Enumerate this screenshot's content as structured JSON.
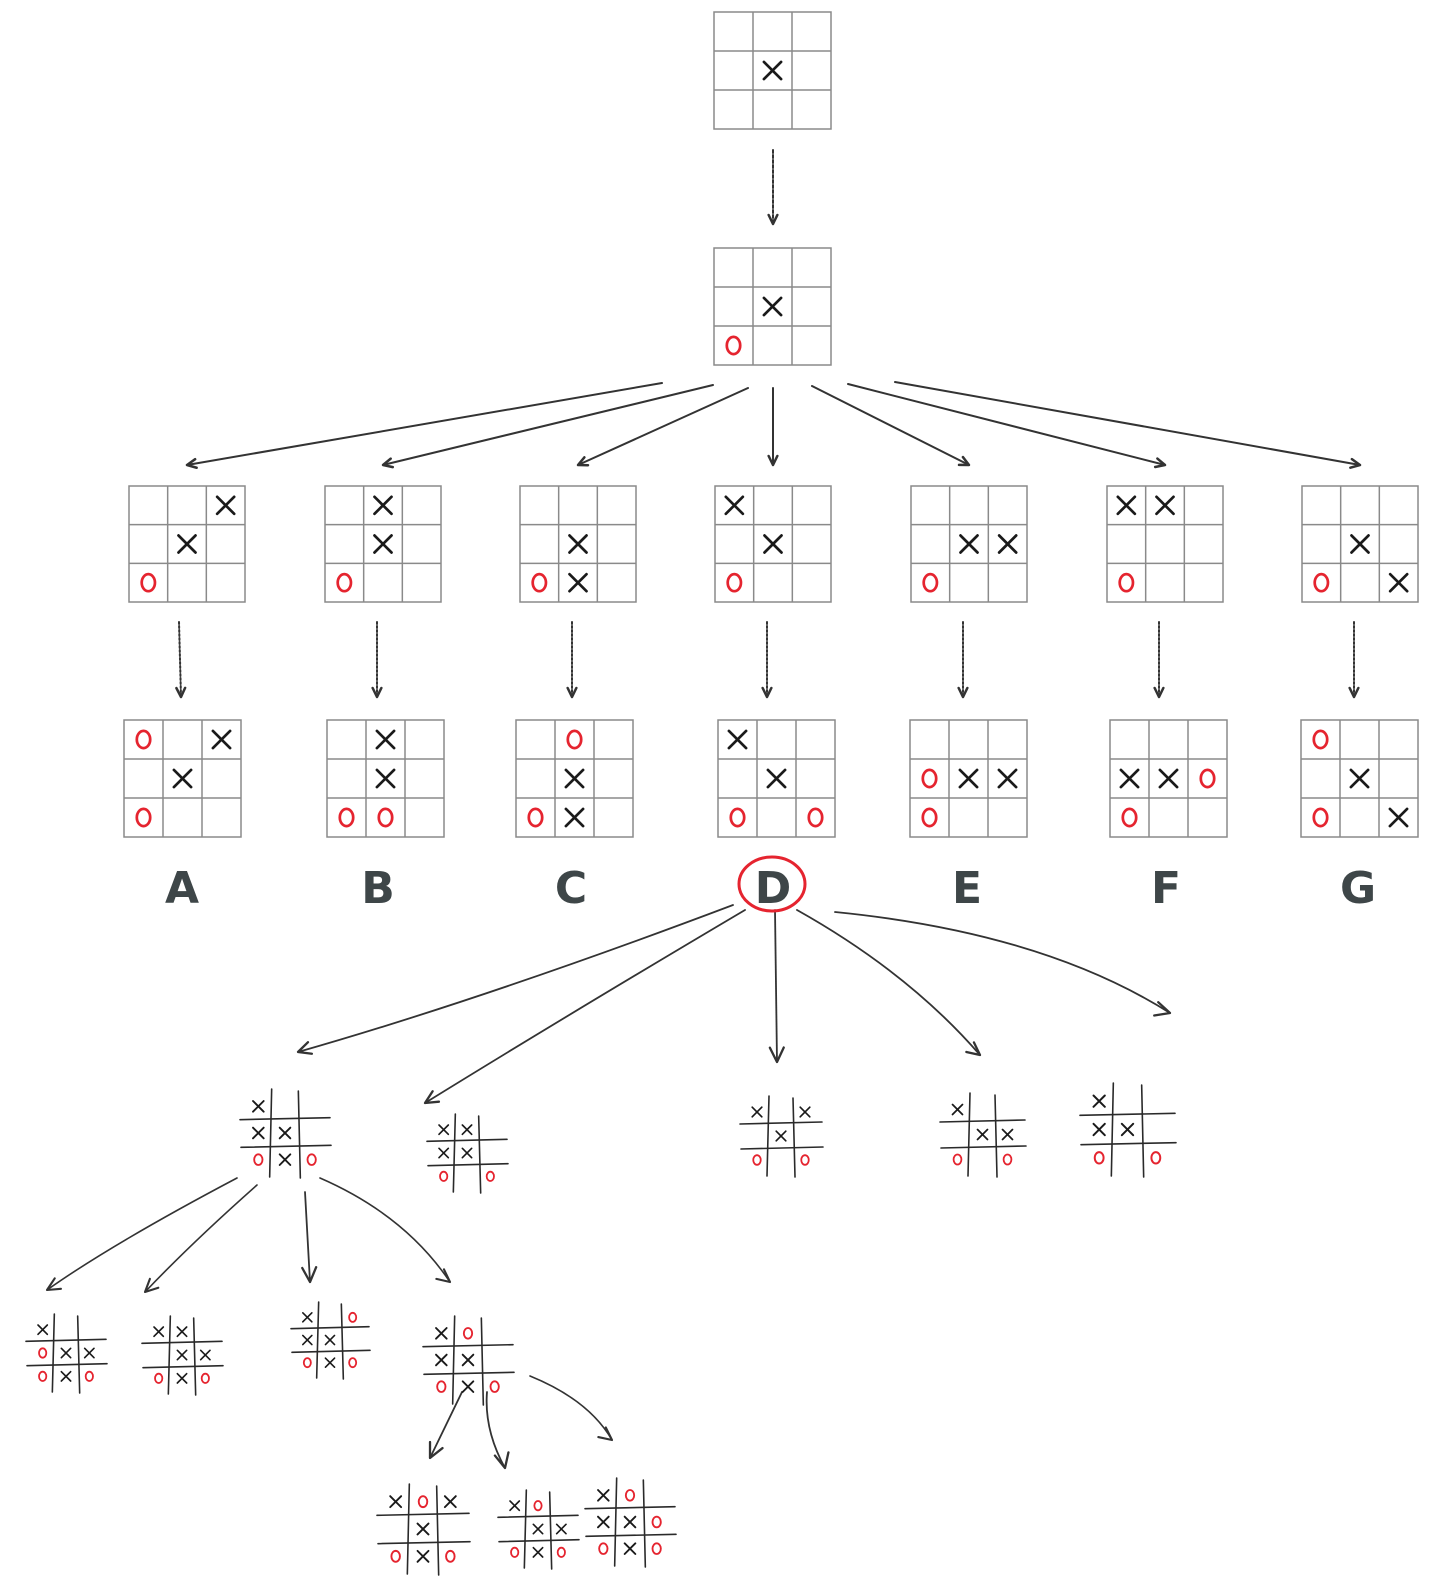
{
  "colors": {
    "grid": "#8a8a8a",
    "x_mark": "#1a1a1a",
    "o_mark": "#e5242f",
    "label": "#3e4648",
    "arrow": "#333333"
  },
  "root": {
    "board": [
      [
        "",
        "",
        ""
      ],
      [
        "",
        "X",
        ""
      ],
      [
        "",
        "",
        ""
      ]
    ]
  },
  "level1": {
    "board": [
      [
        "",
        "",
        ""
      ],
      [
        "",
        "X",
        ""
      ],
      [
        "O",
        "",
        ""
      ]
    ]
  },
  "branches": [
    {
      "label": "A",
      "after_x": [
        [
          "",
          "",
          "X"
        ],
        [
          "",
          "X",
          ""
        ],
        [
          "O",
          "",
          ""
        ]
      ],
      "after_o": [
        [
          "O",
          "",
          "X"
        ],
        [
          "",
          "X",
          ""
        ],
        [
          "O",
          "",
          ""
        ]
      ]
    },
    {
      "label": "B",
      "after_x": [
        [
          "",
          "X",
          ""
        ],
        [
          "",
          "X",
          ""
        ],
        [
          "O",
          "",
          ""
        ]
      ],
      "after_o": [
        [
          "",
          "X",
          ""
        ],
        [
          "",
          "X",
          ""
        ],
        [
          "O",
          "O",
          ""
        ]
      ]
    },
    {
      "label": "C",
      "after_x": [
        [
          "",
          "",
          ""
        ],
        [
          "",
          "X",
          ""
        ],
        [
          "O",
          "X",
          ""
        ]
      ],
      "after_o": [
        [
          "",
          "O",
          ""
        ],
        [
          "",
          "X",
          ""
        ],
        [
          "O",
          "X",
          ""
        ]
      ]
    },
    {
      "label": "D",
      "after_x": [
        [
          "X",
          "",
          ""
        ],
        [
          "",
          "X",
          ""
        ],
        [
          "O",
          "",
          ""
        ]
      ],
      "after_o": [
        [
          "X",
          "",
          ""
        ],
        [
          "",
          "X",
          ""
        ],
        [
          "O",
          "",
          "O"
        ]
      ]
    },
    {
      "label": "E",
      "after_x": [
        [
          "",
          "",
          ""
        ],
        [
          "",
          "X",
          "X"
        ],
        [
          "O",
          "",
          ""
        ]
      ],
      "after_o": [
        [
          "",
          "",
          ""
        ],
        [
          "O",
          "X",
          "X"
        ],
        [
          "O",
          "",
          ""
        ]
      ]
    },
    {
      "label": "F",
      "after_x": [
        [
          "X",
          "X",
          ""
        ],
        [
          "",
          "",
          ""
        ],
        [
          "O",
          "",
          ""
        ]
      ],
      "after_o": [
        [
          "",
          "",
          ""
        ],
        [
          "X",
          "X",
          "O"
        ],
        [
          "O",
          "",
          ""
        ]
      ]
    },
    {
      "label": "G",
      "after_x": [
        [
          "",
          "",
          ""
        ],
        [
          "",
          "X",
          ""
        ],
        [
          "O",
          "",
          "X"
        ]
      ],
      "after_o": [
        [
          "O",
          "",
          ""
        ],
        [
          "",
          "X",
          ""
        ],
        [
          "O",
          "",
          "X"
        ]
      ]
    }
  ],
  "selected_branch": "D",
  "sketch_level1": [
    [
      [
        "X",
        "",
        ""
      ],
      [
        "X",
        "X",
        ""
      ],
      [
        "O",
        "X",
        "O"
      ]
    ],
    [
      [
        "X",
        "X",
        ""
      ],
      [
        "X",
        "X",
        ""
      ],
      [
        "O",
        "",
        "O"
      ]
    ],
    [
      [
        "X",
        "",
        "X"
      ],
      [
        "",
        "X",
        ""
      ],
      [
        "O",
        "",
        "O"
      ]
    ],
    [
      [
        "X",
        "",
        ""
      ],
      [
        "",
        "X",
        "X"
      ],
      [
        "O",
        "",
        "O"
      ]
    ],
    [
      [
        "X",
        "",
        ""
      ],
      [
        "X",
        "X",
        ""
      ],
      [
        "O",
        "",
        "O"
      ]
    ]
  ],
  "sketch_level2": [
    [
      [
        "X",
        "",
        ""
      ],
      [
        "O",
        "X",
        "X"
      ],
      [
        "O",
        "X",
        "O"
      ]
    ],
    [
      [
        "X",
        "X",
        ""
      ],
      [
        "",
        "X",
        "X"
      ],
      [
        "O",
        "X",
        "O"
      ]
    ],
    [
      [
        "X",
        "",
        "O"
      ],
      [
        "X",
        "X",
        ""
      ],
      [
        "O",
        "X",
        "O"
      ]
    ],
    [
      [
        "X",
        "O",
        ""
      ],
      [
        "X",
        "X",
        ""
      ],
      [
        "O",
        "X",
        "O"
      ]
    ]
  ],
  "sketch_level3": [
    [
      [
        "X",
        "O",
        "X"
      ],
      [
        "",
        "X",
        ""
      ],
      [
        "O",
        "X",
        "O"
      ]
    ],
    [
      [
        "X",
        "O",
        ""
      ],
      [
        "",
        "X",
        "X"
      ],
      [
        "O",
        "X",
        "O"
      ]
    ],
    [
      [
        "X",
        "O",
        ""
      ],
      [
        "X",
        "X",
        "O"
      ],
      [
        "O",
        "X",
        "O"
      ]
    ]
  ]
}
